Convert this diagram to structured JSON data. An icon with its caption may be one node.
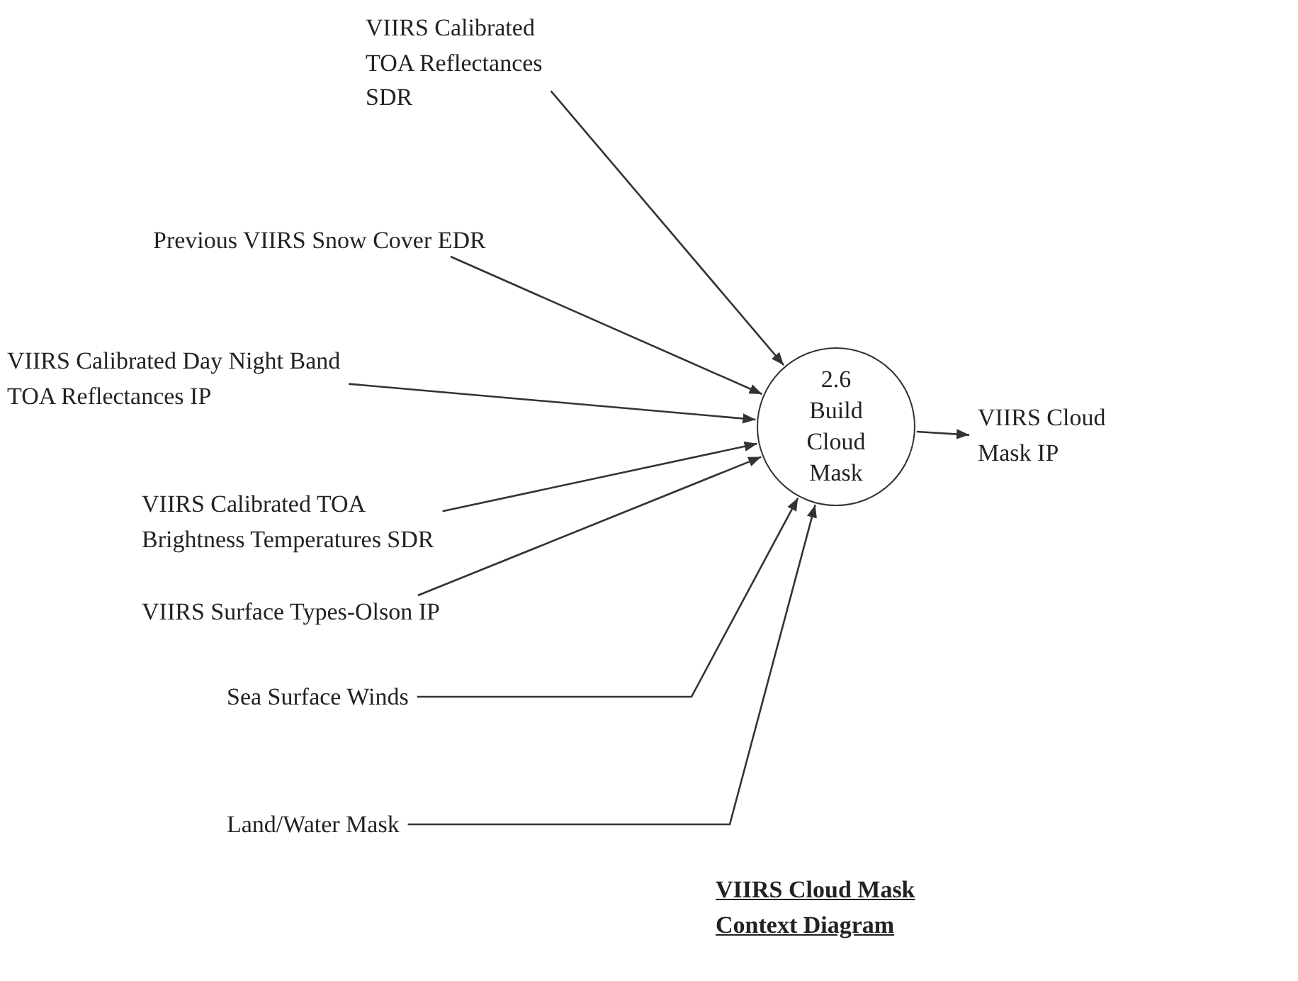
{
  "diagram": {
    "title": "VIIRS Cloud Mask Context Diagram",
    "nodes": [
      {
        "text": [
          "VIIRS Calibrated TOA Reflectances SDR"
        ]
      },
      {
        "text": [
          "Previous VIIRS Snow Cover EDR"
        ]
      },
      {
        "text": [
          "VIIRS Calibrated Day Night Band TOA Reflectances IP"
        ]
      },
      {
        "text": [
          "VIIRS Calibrated TOA Brightness Temperatures SDR"
        ]
      },
      {
        "text": [
          "VIIRS Surface Types-Olson IP"
        ]
      },
      {
        "text": [
          "Sea Surface Winds"
        ]
      },
      {
        "text": [
          "Land/Water Mask"
        ]
      },
      {
        "text": [
          "2.6",
          "Build Cloud Mask"
        ]
      },
      {
        "text": [
          "VIIRS Cloud Mask IP"
        ]
      }
    ],
    "edges": [
      {
        "from": 0,
        "to": 7,
        "arrow": "to"
      },
      {
        "from": 1,
        "to": 7,
        "arrow": "to"
      },
      {
        "from": 2,
        "to": 7,
        "arrow": "to"
      },
      {
        "from": 3,
        "to": 7,
        "arrow": "to"
      },
      {
        "from": 4,
        "to": 7,
        "arrow": "to"
      },
      {
        "from": 5,
        "to": 7,
        "arrow": "to"
      },
      {
        "from": 6,
        "to": 7,
        "arrow": "to"
      },
      {
        "from": 7,
        "to": 8,
        "arrow": "to"
      }
    ]
  }
}
